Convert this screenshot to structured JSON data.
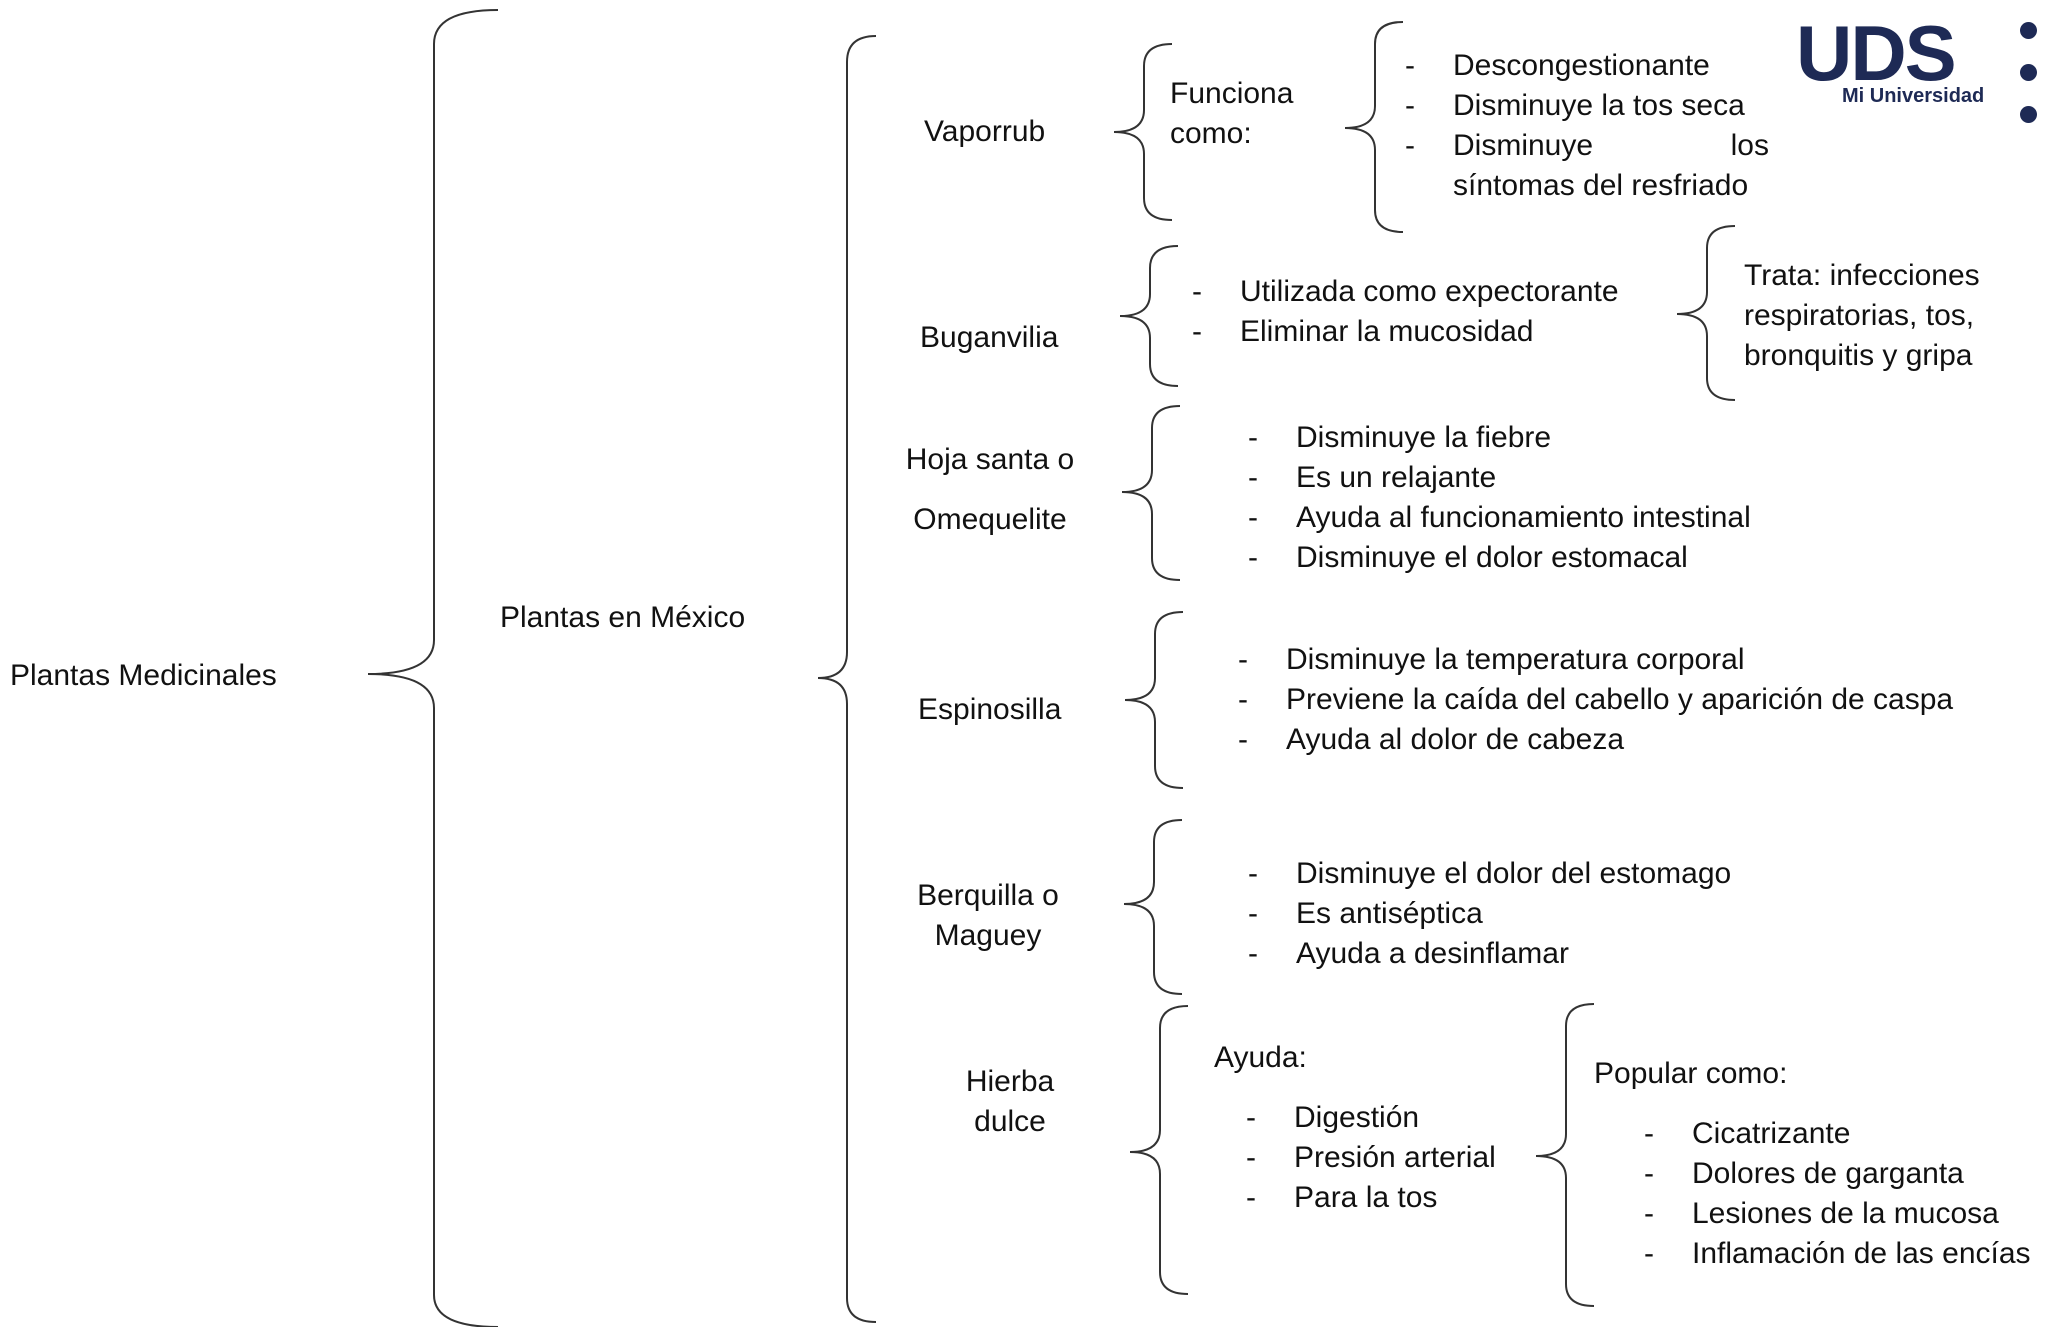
{
  "diagram": {
    "root": "Plantas Medicinales",
    "level1": "Plantas en México",
    "plants": [
      {
        "name": "Vaporrub",
        "label": "Funciona como:",
        "items": [
          "Descongestionante",
          "Disminuye la tos seca",
          "Disminuye los síntomas del resfriado"
        ]
      },
      {
        "name": "Buganvilia",
        "items": [
          "Utilizada como expectorante",
          "Eliminar la mucosidad"
        ],
        "note": "Trata: infecciones respiratorias, tos, bronquitis y gripa",
        "note_lines": [
          "Trata: infecciones",
          "respiratorias, tos,",
          "bronquitis y gripa"
        ]
      },
      {
        "name": "Hoja santa o Omequelite",
        "name_lines": [
          "Hoja santa o",
          "Omequelite"
        ],
        "items": [
          "Disminuye la fiebre",
          "Es un relajante",
          "Ayuda al funcionamiento intestinal",
          "Disminuye el dolor estomacal"
        ]
      },
      {
        "name": "Espinosilla",
        "items": [
          "Disminuye la temperatura corporal",
          "Previene la caída del cabello y aparición de caspa",
          "Ayuda al dolor de cabeza"
        ]
      },
      {
        "name": "Berquilla o Maguey",
        "name_lines": [
          "Berquilla o",
          "Maguey"
        ],
        "items": [
          "Disminuye el dolor del estomago",
          "Es antiséptica",
          "Ayuda a desinflamar"
        ]
      },
      {
        "name": "Hierba dulce",
        "name_lines": [
          "Hierba",
          "dulce"
        ],
        "label": "Ayuda:",
        "items": [
          "Digestión",
          "Presión arterial",
          "Para la tos"
        ],
        "label2": "Popular como:",
        "items2": [
          "Cicatrizante",
          "Dolores de garganta",
          "Lesiones de la mucosa",
          "Inflamación de las encías"
        ]
      }
    ]
  },
  "logo": {
    "text": "UDS",
    "subtitle": "Mi Universidad",
    "color": "#1e2a55"
  },
  "colors": {
    "text": "#111111",
    "brace": "#333333",
    "background": "#ffffff"
  }
}
